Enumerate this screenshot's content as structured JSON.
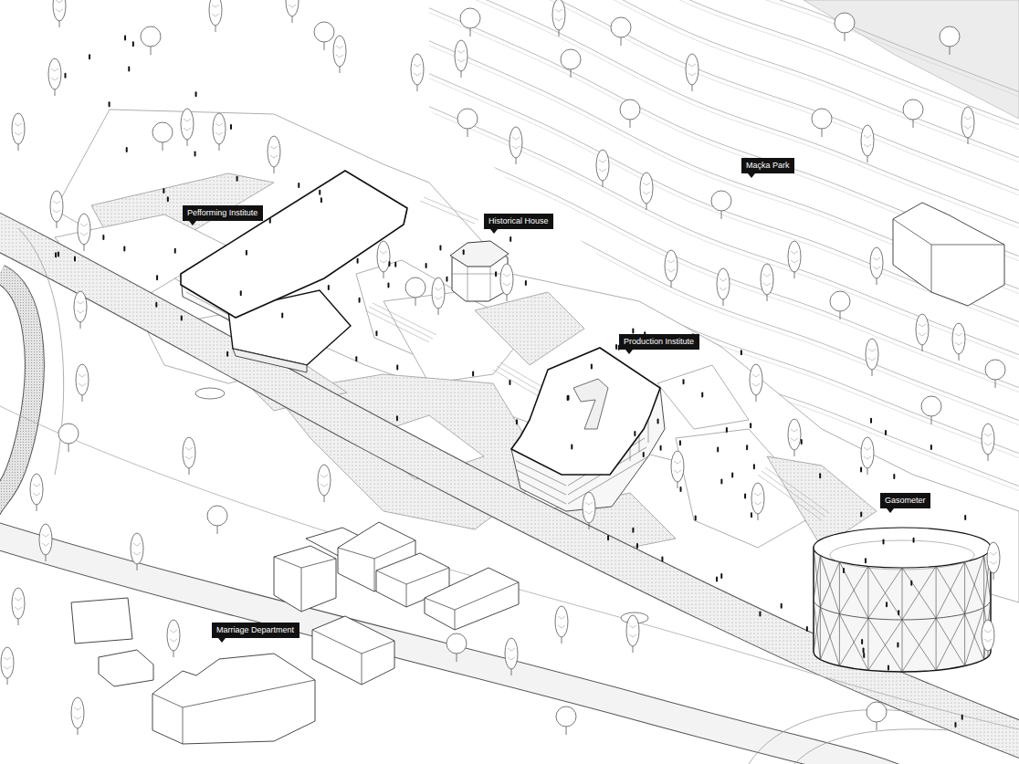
{
  "diagram": {
    "nodes": [
      {
        "text": [
          "Maçka Park"
        ]
      },
      {
        "text": [
          "Pefforming Institute"
        ]
      },
      {
        "text": [
          "Historical House"
        ]
      },
      {
        "text": [
          "Production Institute"
        ]
      },
      {
        "text": [
          "Gasometer"
        ]
      },
      {
        "text": [
          "Marriage Department"
        ]
      }
    ]
  }
}
